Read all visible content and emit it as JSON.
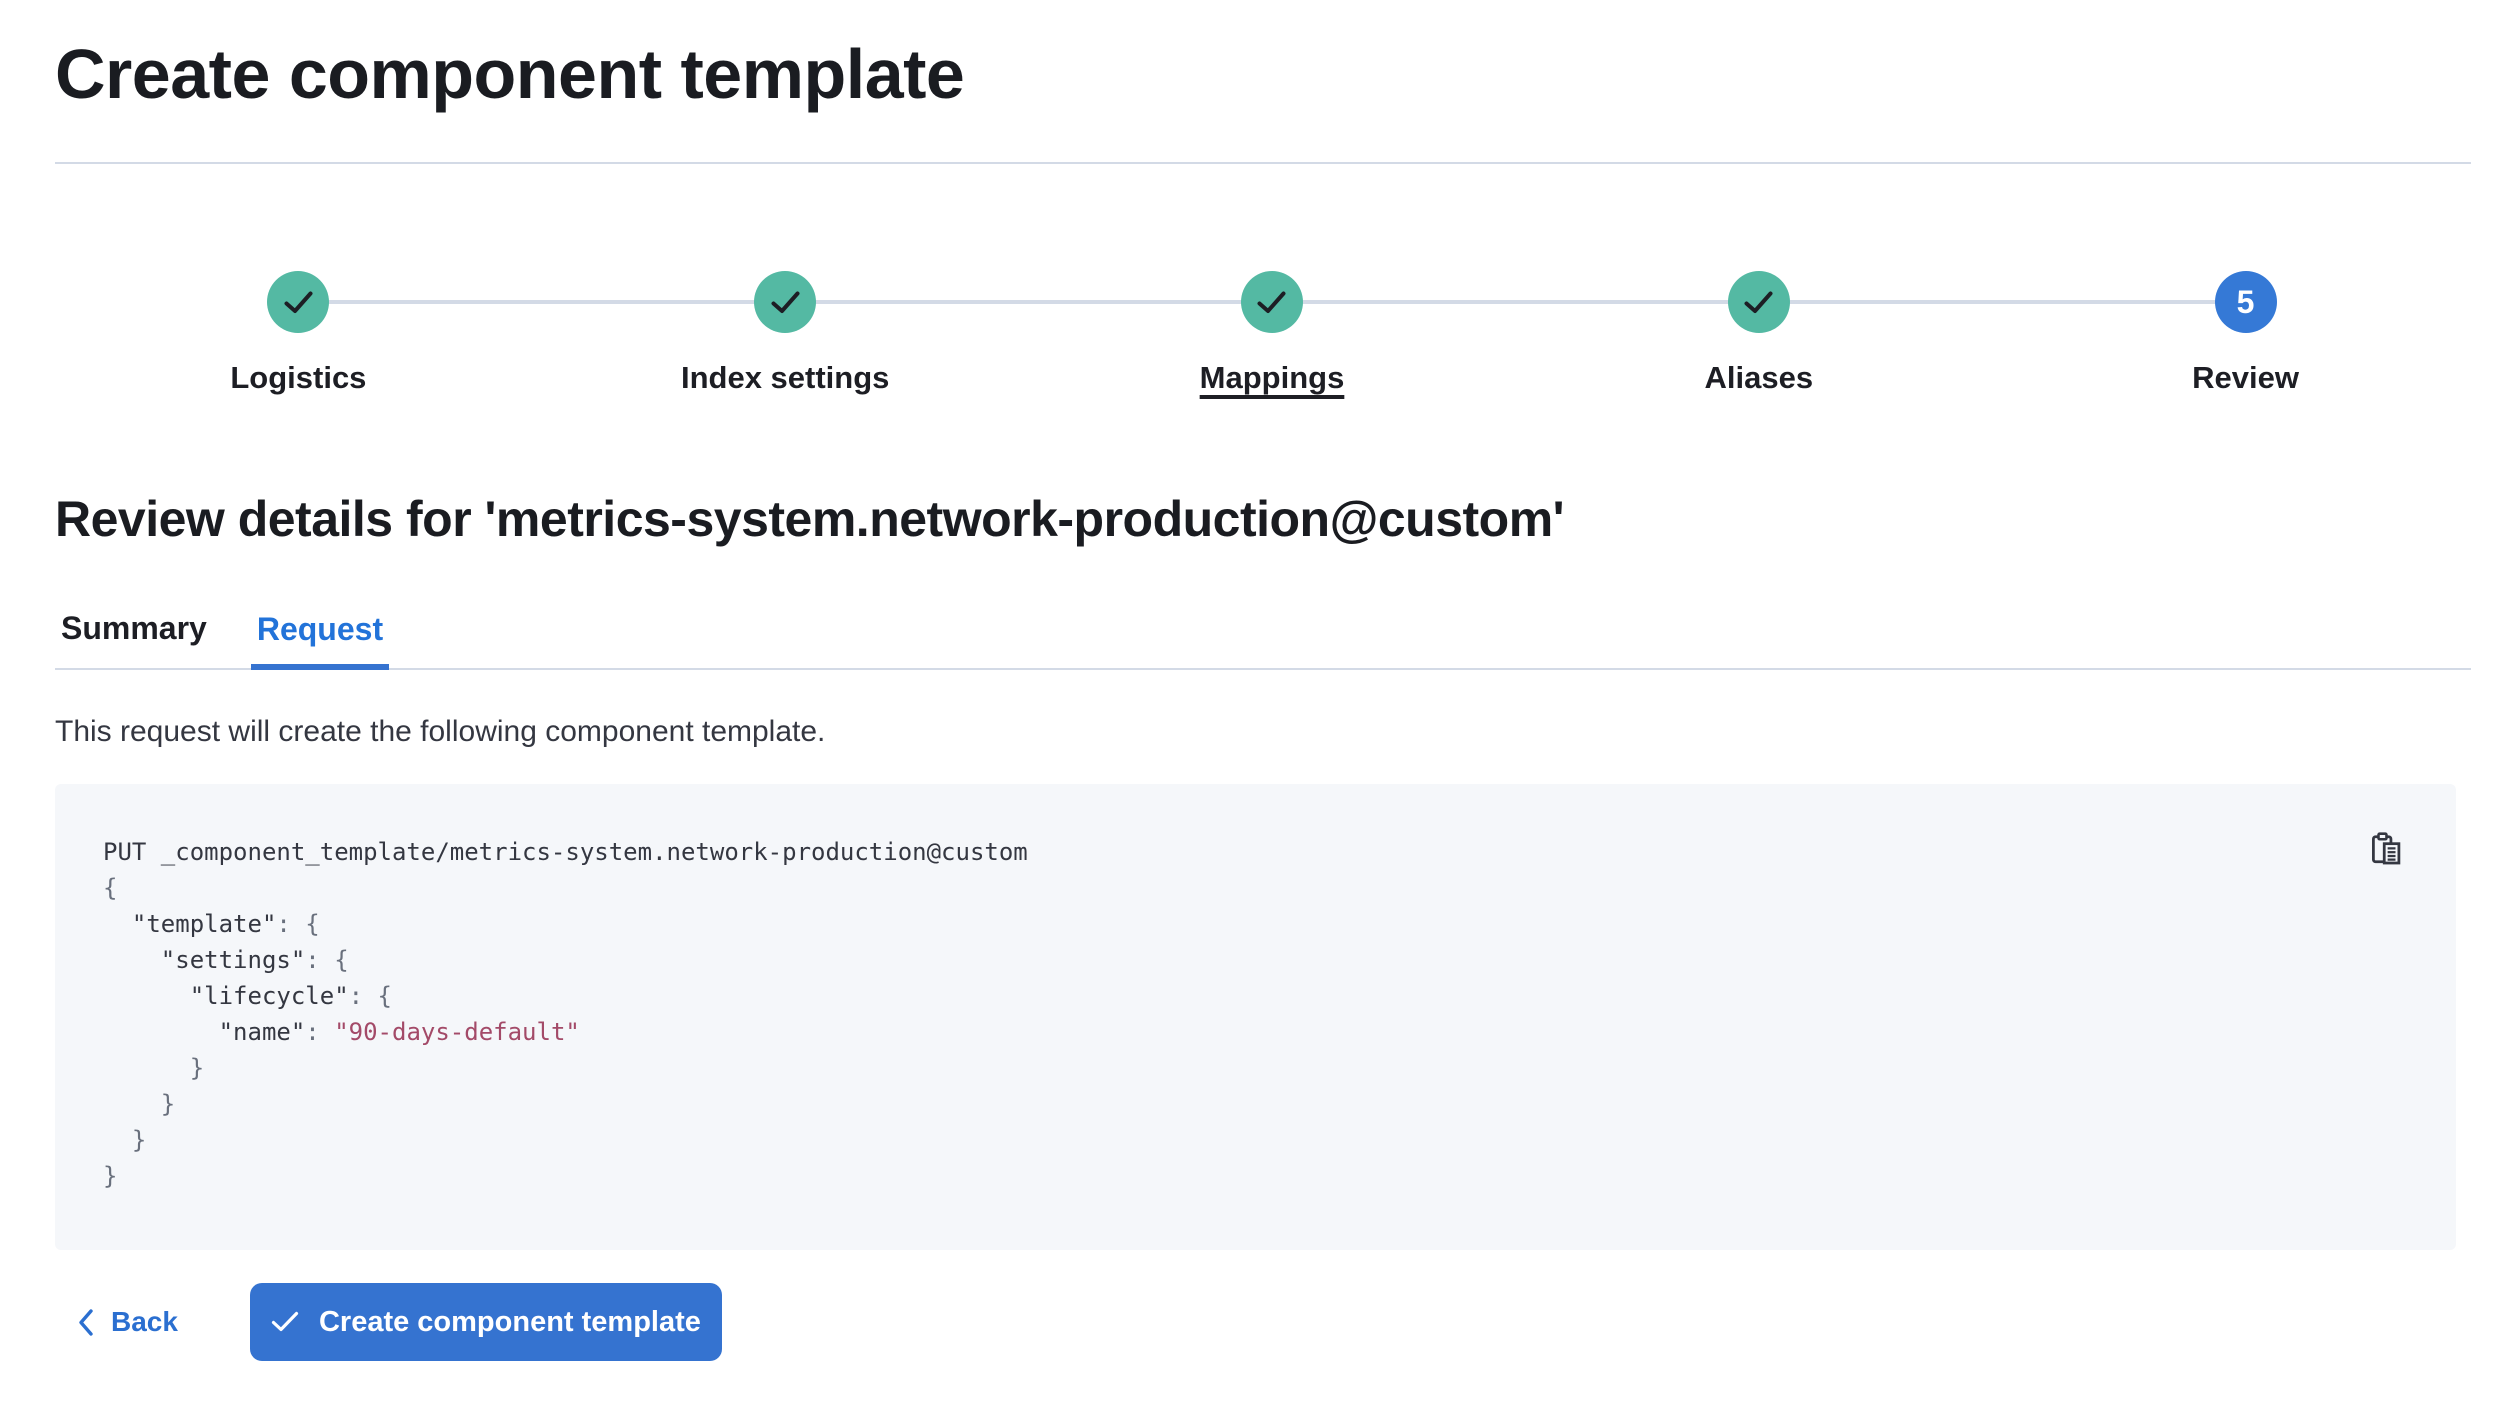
{
  "page": {
    "title": "Create component template"
  },
  "steps": [
    {
      "label": "Logistics",
      "status": "complete",
      "icon": "check-icon"
    },
    {
      "label": "Index settings",
      "status": "complete",
      "icon": "check-icon"
    },
    {
      "label": "Mappings",
      "status": "complete",
      "icon": "check-icon",
      "underlined": true
    },
    {
      "label": "Aliases",
      "status": "complete",
      "icon": "check-icon"
    },
    {
      "label": "Review",
      "status": "current",
      "number": "5"
    }
  ],
  "review": {
    "heading": "Review details for 'metrics-system.network-production@custom'",
    "tabs": [
      {
        "label": "Summary",
        "selected": false
      },
      {
        "label": "Request",
        "selected": true
      }
    ],
    "description": "This request will create the following component template."
  },
  "code_block": {
    "copy_icon": "copy-clipboard-icon",
    "lines": [
      [
        [
          "plain",
          "PUT _component_template/metrics-system.network-production@custom"
        ]
      ],
      [
        [
          "punct",
          "{"
        ]
      ],
      [
        [
          "plain",
          "  \"template\""
        ],
        [
          "punct",
          ": {"
        ]
      ],
      [
        [
          "plain",
          "    \"settings\""
        ],
        [
          "punct",
          ": {"
        ]
      ],
      [
        [
          "plain",
          "      \"lifecycle\""
        ],
        [
          "punct",
          ": {"
        ]
      ],
      [
        [
          "plain",
          "        \"name\""
        ],
        [
          "punct",
          ": "
        ],
        [
          "string",
          "\"90-days-default\""
        ]
      ],
      [
        [
          "punct",
          "      }"
        ]
      ],
      [
        [
          "punct",
          "    }"
        ]
      ],
      [
        [
          "punct",
          "  }"
        ]
      ],
      [
        [
          "punct",
          "}"
        ]
      ]
    ]
  },
  "footer": {
    "back_label": "Back",
    "back_icon": "chevron-left-icon",
    "submit_label": "Create component template",
    "submit_icon": "check-icon"
  },
  "colors": {
    "primary_fill": "#3573d0",
    "current_step": "#3579d6",
    "complete_step": "#54b9a3",
    "link_blue": "#2b6fd0",
    "tab_selected": "#2273d9",
    "divider": "#d3dae6",
    "code_bg": "#f5f7fa",
    "code_text": "#343741",
    "code_punct": "#69707d",
    "code_string": "#a34a68",
    "heading_text": "#1a1c21"
  }
}
